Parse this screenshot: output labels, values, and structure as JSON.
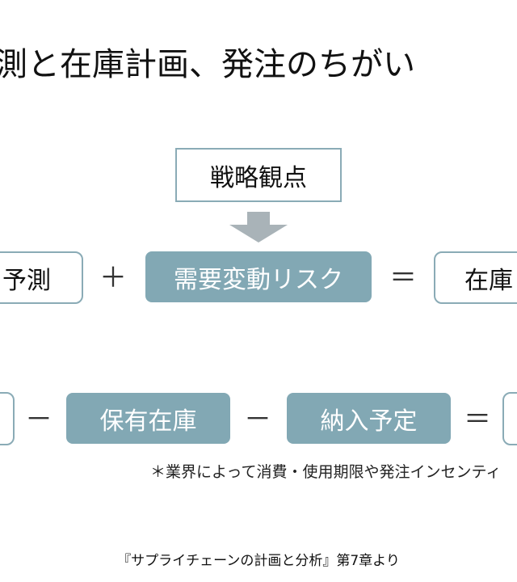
{
  "title": "測と在庫計画、発注のちがい",
  "top_box": "戦略観点",
  "row1": {
    "left_box": "予測",
    "op1": "＋",
    "middle_box": "需要変動リスク",
    "op2": "＝",
    "right_box": "在庫"
  },
  "row2": {
    "op1": "－",
    "box1": "保有在庫",
    "op2": "－",
    "box2": "納入予定",
    "op3": "＝"
  },
  "note": "＊業界によって消費・使用期限や発注インセンティ",
  "source": "『サプライチェーンの計画と分析』第7章より",
  "colors": {
    "accent_fill": "#82a8b4",
    "outline": "#8aabb6",
    "arrow": "#a9b3b8"
  }
}
